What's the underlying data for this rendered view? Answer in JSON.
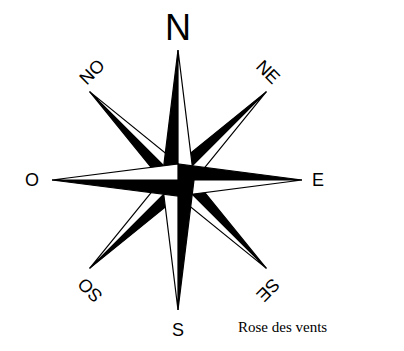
{
  "diagram": {
    "caption": "Rose des vents",
    "labels": [
      "N",
      "NE",
      "E",
      "SE",
      "S",
      "SO",
      "O",
      "NO"
    ]
  }
}
